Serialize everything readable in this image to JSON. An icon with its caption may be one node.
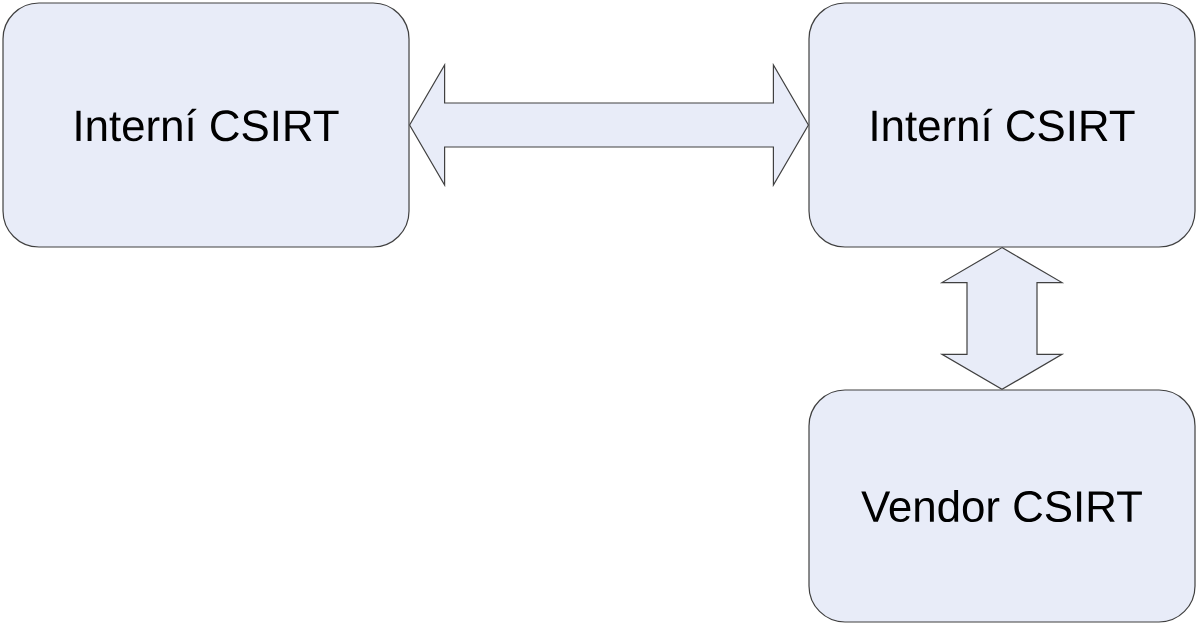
{
  "diagram": {
    "nodes": [
      {
        "text": [
          "Interní CSIRT"
        ]
      },
      {
        "text": [
          "Interní CSIRT"
        ]
      },
      {
        "text": [
          "Vendor CSIRT"
        ]
      }
    ],
    "edges": [
      {
        "from": 0,
        "to": 1,
        "arrow": "both"
      },
      {
        "from": 1,
        "to": 2,
        "arrow": "both"
      }
    ]
  }
}
